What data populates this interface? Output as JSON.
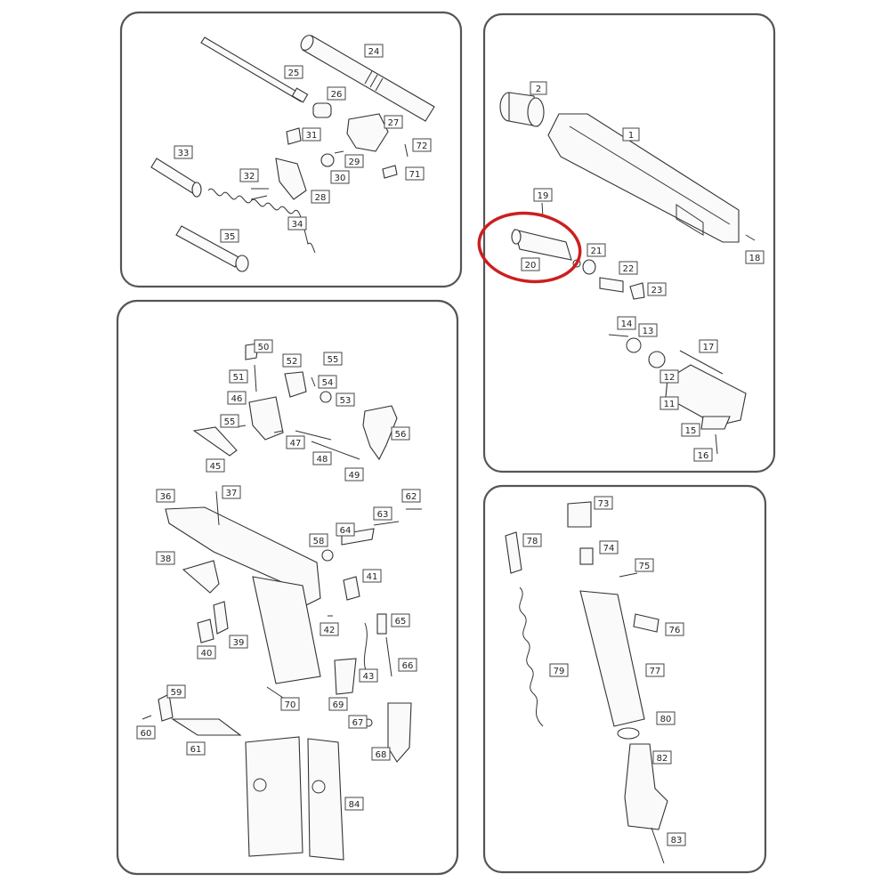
{
  "highlight_color": "#cc1f1f",
  "highlighted_part": "20",
  "panels": {
    "top_left": [
      "24",
      "25",
      "26",
      "27",
      "31",
      "72",
      "29",
      "30",
      "71",
      "33",
      "32",
      "28",
      "34",
      "35"
    ],
    "top_right": [
      "2",
      "1",
      "19",
      "21",
      "20",
      "22",
      "23",
      "14",
      "13",
      "17",
      "12",
      "11",
      "15",
      "16",
      "18"
    ],
    "bottom_left": [
      "50",
      "51",
      "52",
      "55",
      "54",
      "53",
      "46",
      "56",
      "55b",
      "47",
      "45",
      "48",
      "49",
      "36",
      "37",
      "62",
      "63",
      "64",
      "58",
      "38",
      "41",
      "42",
      "65",
      "39",
      "40",
      "43",
      "66",
      "59",
      "70",
      "69",
      "60",
      "61",
      "67",
      "68",
      "84"
    ],
    "bottom_right": [
      "73",
      "74",
      "78",
      "75",
      "76",
      "77",
      "79",
      "80",
      "82",
      "83"
    ]
  },
  "labels": {
    "24": "24",
    "25": "25",
    "26": "26",
    "27": "27",
    "31": "31",
    "72": "72",
    "29": "29",
    "30": "30",
    "71": "71",
    "33": "33",
    "32": "32",
    "28": "28",
    "34": "34",
    "35": "35",
    "2": "2",
    "1": "1",
    "19": "19",
    "21": "21",
    "20": "20",
    "22": "22",
    "23": "23",
    "14": "14",
    "13": "13",
    "17": "17",
    "12": "12",
    "11": "11",
    "15": "15",
    "16": "16",
    "18": "18",
    "50": "50",
    "51": "51",
    "52": "52",
    "55": "55",
    "54": "54",
    "53": "53",
    "46": "46",
    "56": "56",
    "55b": "55",
    "47": "47",
    "45": "45",
    "48": "48",
    "49": "49",
    "36": "36",
    "37": "37",
    "62": "62",
    "63": "63",
    "64": "64",
    "58": "58",
    "38": "38",
    "41": "41",
    "42": "42",
    "65": "65",
    "39": "39",
    "40": "40",
    "43": "43",
    "66": "66",
    "59": "59",
    "70": "70",
    "69": "69",
    "60": "60",
    "61": "61",
    "67": "67",
    "68": "68",
    "84": "84",
    "73": "73",
    "74": "74",
    "78": "78",
    "75": "75",
    "76": "76",
    "77": "77",
    "79": "79",
    "80": "80",
    "82": "82",
    "83": "83"
  }
}
